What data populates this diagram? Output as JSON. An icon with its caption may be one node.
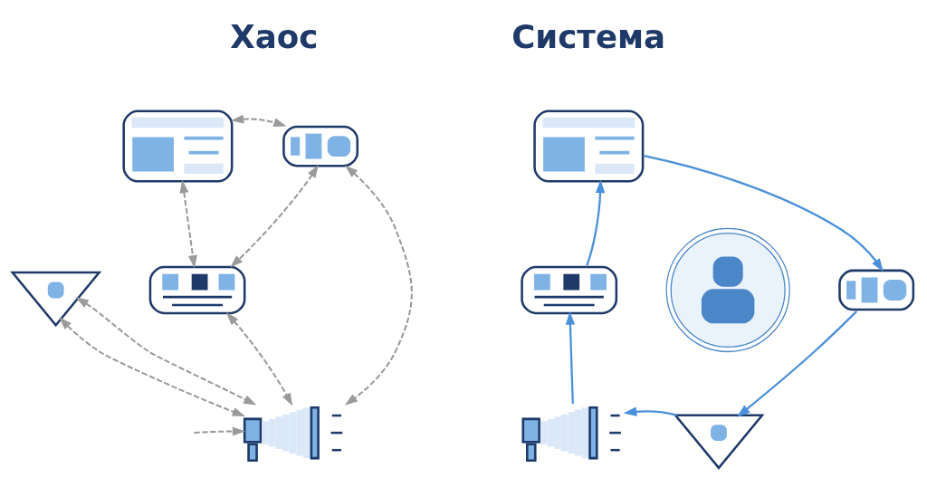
{
  "diagram": {
    "nodes": [
      {
        "text": [],
        "shape": "picture"
      },
      {
        "text": [],
        "shape": "picture"
      },
      {
        "text": [],
        "shape": "picture"
      },
      {
        "text": [],
        "shape": "picture"
      },
      {
        "text": [],
        "shape": "picture"
      },
      {
        "text": [],
        "shape": "picture"
      },
      {
        "text": [],
        "shape": "picture"
      },
      {
        "text": [],
        "shape": "person"
      },
      {
        "text": [],
        "shape": "picture"
      },
      {
        "text": [],
        "shape": "picture"
      },
      {
        "text": [],
        "shape": "picture"
      }
    ],
    "edges": [
      {
        "from": 0,
        "to": 1,
        "arrow": "both",
        "style": "dashed"
      },
      {
        "from": 0,
        "to": 3,
        "arrow": "both",
        "style": "dashed"
      },
      {
        "from": 1,
        "to": 4,
        "arrow": "both",
        "style": "dashed"
      },
      {
        "from": 1,
        "to": 3,
        "arrow": "both",
        "style": "dashed"
      },
      {
        "from": 2,
        "to": 4,
        "arrow": "both",
        "style": "dashed"
      },
      {
        "from": 2,
        "to": 4,
        "arrow": "both",
        "style": "dashed"
      },
      {
        "from": null,
        "to": 4,
        "arrow": "to",
        "style": "dashed"
      },
      {
        "from": 3,
        "to": 4,
        "arrow": "both",
        "style": "dashed"
      },
      {
        "from": 6,
        "to": 5,
        "arrow": "to",
        "color": "#4a90d9"
      },
      {
        "from": 5,
        "to": 8,
        "arrow": "to",
        "color": "#4a90d9"
      },
      {
        "from": 8,
        "to": 10,
        "arrow": "to",
        "color": "#4a90d9"
      },
      {
        "from": 10,
        "to": 9,
        "arrow": "to",
        "color": "#4a90d9"
      },
      {
        "from": 9,
        "to": 6,
        "arrow": "to",
        "color": "#4a90d9"
      }
    ],
    "labels": [
      "Хаос",
      "Система"
    ]
  }
}
